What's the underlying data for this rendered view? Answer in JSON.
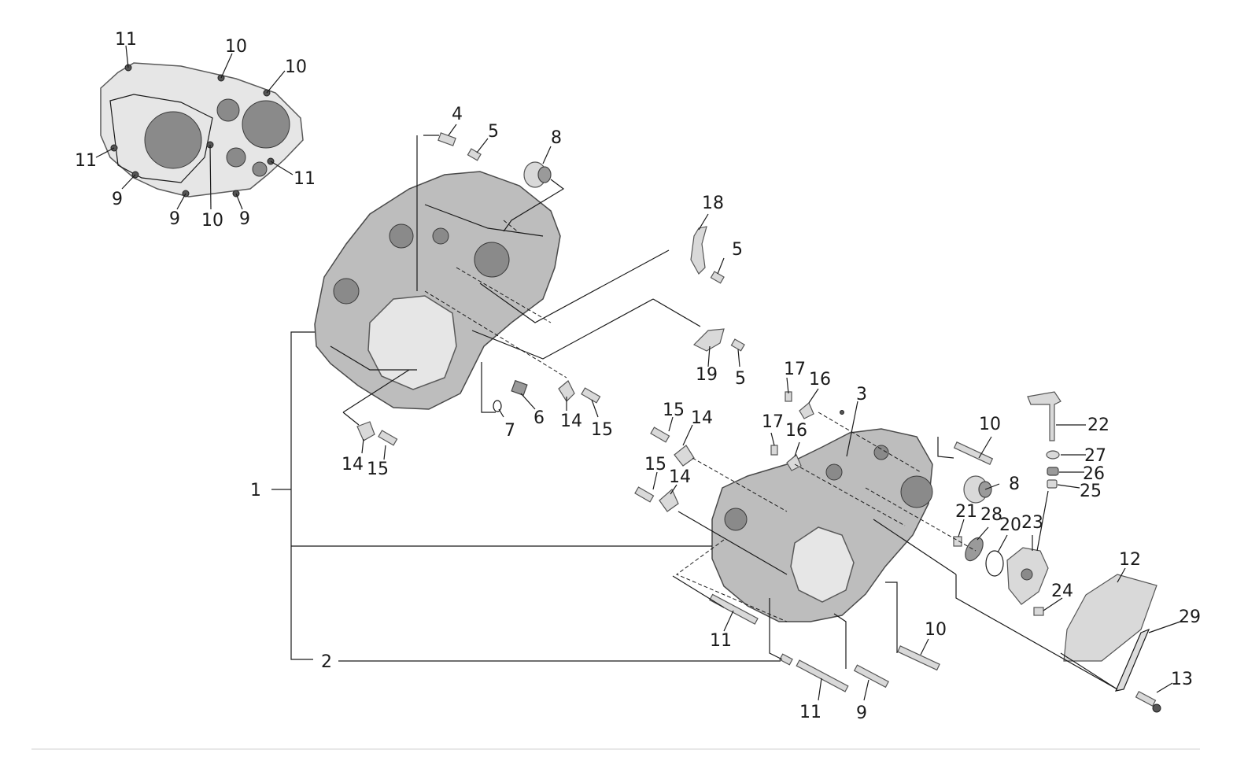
{
  "callouts": [
    {
      "id": "c1",
      "text": "1"
    },
    {
      "id": "c2",
      "text": "2"
    },
    {
      "id": "c3",
      "text": "3"
    },
    {
      "id": "c4",
      "text": "4"
    },
    {
      "id": "c5a",
      "text": "5"
    },
    {
      "id": "c5b",
      "text": "5"
    },
    {
      "id": "c5c",
      "text": "5"
    },
    {
      "id": "c6",
      "text": "6"
    },
    {
      "id": "c7",
      "text": "7"
    },
    {
      "id": "c8a",
      "text": "8"
    },
    {
      "id": "c8b",
      "text": "8"
    },
    {
      "id": "c9a",
      "text": "9"
    },
    {
      "id": "c10a",
      "text": "10"
    },
    {
      "id": "c10b",
      "text": "10"
    },
    {
      "id": "c11a",
      "text": "11"
    },
    {
      "id": "c11b",
      "text": "11"
    },
    {
      "id": "c12",
      "text": "12"
    },
    {
      "id": "c13",
      "text": "13"
    },
    {
      "id": "c14a",
      "text": "14"
    },
    {
      "id": "c14b",
      "text": "14"
    },
    {
      "id": "c14c",
      "text": "14"
    },
    {
      "id": "c14d",
      "text": "14"
    },
    {
      "id": "c15a",
      "text": "15"
    },
    {
      "id": "c15b",
      "text": "15"
    },
    {
      "id": "c15c",
      "text": "15"
    },
    {
      "id": "c15d",
      "text": "15"
    },
    {
      "id": "c16a",
      "text": "16"
    },
    {
      "id": "c16b",
      "text": "16"
    },
    {
      "id": "c17a",
      "text": "17"
    },
    {
      "id": "c17b",
      "text": "17"
    },
    {
      "id": "c18",
      "text": "18"
    },
    {
      "id": "c19",
      "text": "19"
    },
    {
      "id": "c20",
      "text": "20"
    },
    {
      "id": "c21",
      "text": "21"
    },
    {
      "id": "c22",
      "text": "22"
    },
    {
      "id": "c23",
      "text": "23"
    },
    {
      "id": "c24",
      "text": "24"
    },
    {
      "id": "c25",
      "text": "25"
    },
    {
      "id": "c26",
      "text": "26"
    },
    {
      "id": "c27",
      "text": "27"
    },
    {
      "id": "c28",
      "text": "28"
    },
    {
      "id": "c29",
      "text": "29"
    }
  ],
  "inset_callouts": [
    {
      "id": "i11a",
      "text": "11"
    },
    {
      "id": "i10a",
      "text": "10"
    },
    {
      "id": "i10b",
      "text": "10"
    },
    {
      "id": "i11b",
      "text": "11"
    },
    {
      "id": "i11c",
      "text": "11"
    },
    {
      "id": "i9a",
      "text": "9"
    },
    {
      "id": "i9b",
      "text": "9"
    },
    {
      "id": "i10c",
      "text": "10"
    },
    {
      "id": "i9c",
      "text": "9"
    }
  ]
}
